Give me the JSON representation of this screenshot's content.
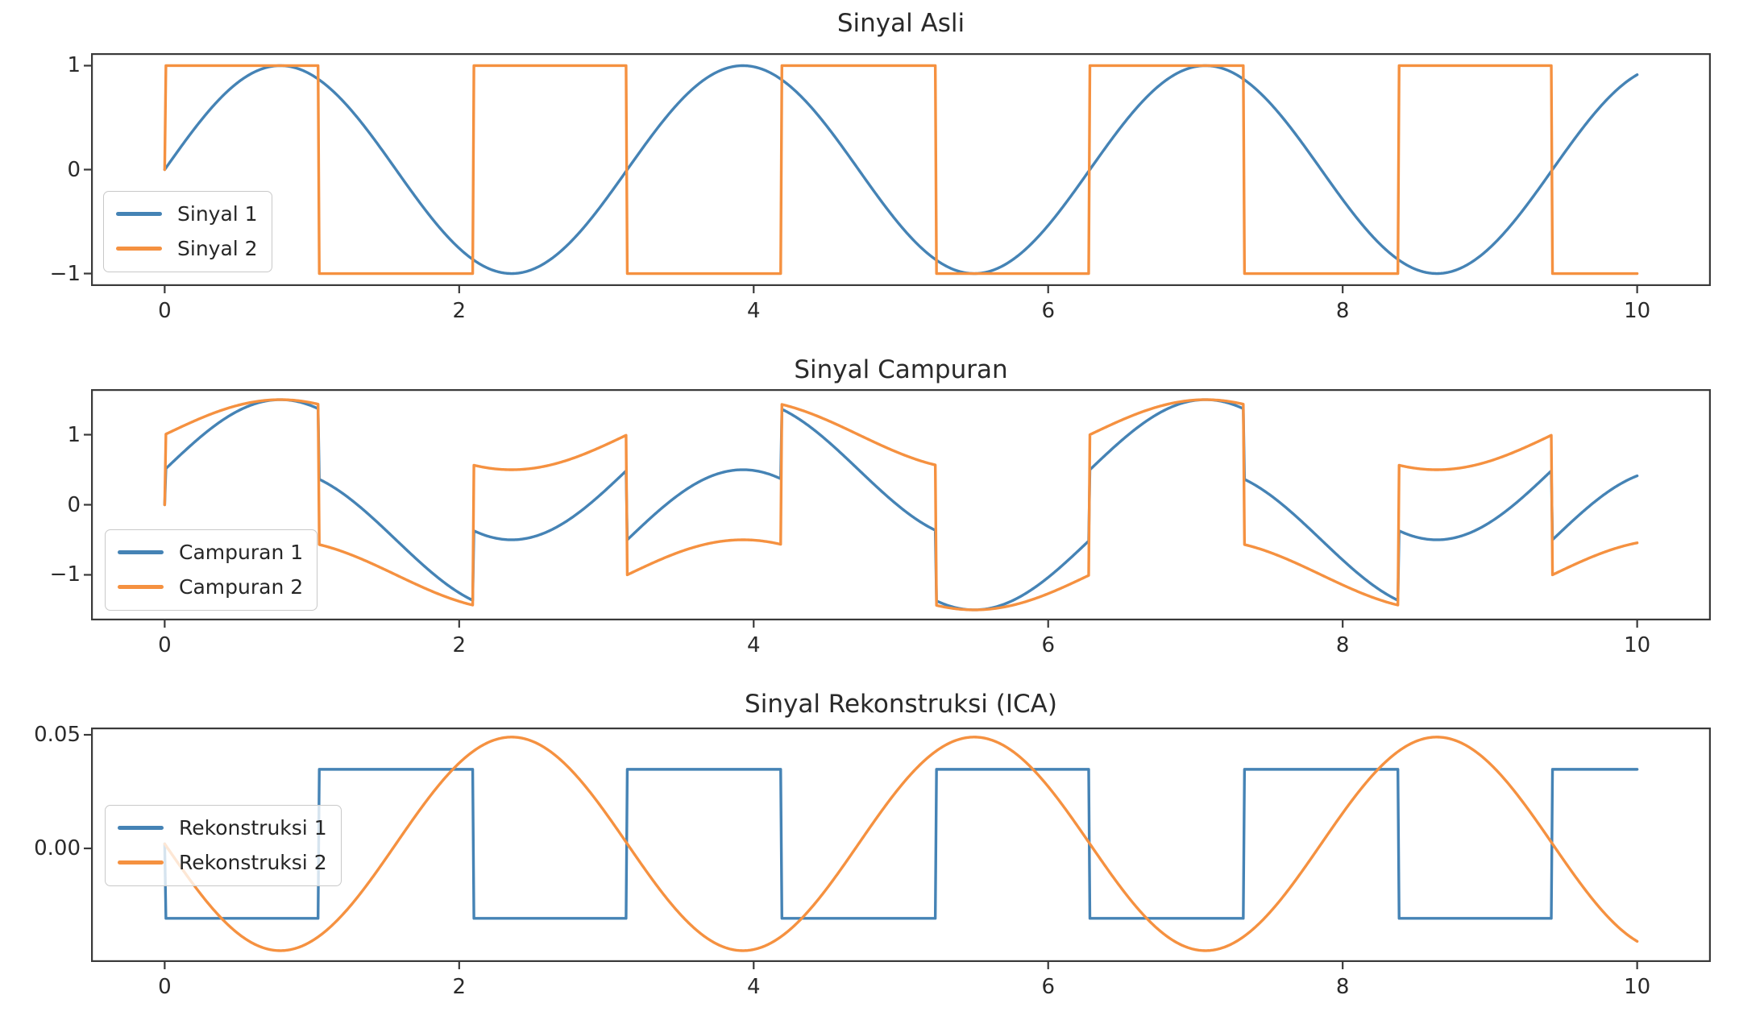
{
  "figure_background": "#ffffff",
  "chart_data": [
    {
      "type": "line",
      "title": "Sinyal Asli",
      "xlabel": "",
      "ylabel": "",
      "x": {
        "lim": [
          -0.5,
          10.5
        ],
        "data_range": [
          0,
          10
        ],
        "ticks": [
          {
            "value": 0,
            "label": "0"
          },
          {
            "value": 2,
            "label": "2"
          },
          {
            "value": 4,
            "label": "4"
          },
          {
            "value": 6,
            "label": "6"
          },
          {
            "value": 8,
            "label": "8"
          },
          {
            "value": 10,
            "label": "10"
          }
        ]
      },
      "y": {
        "lim": [
          -1.12,
          1.12
        ],
        "ticks": [
          {
            "value": 1,
            "label": "1"
          },
          {
            "value": 0,
            "label": "0"
          },
          {
            "value": -1,
            "label": "−1"
          }
        ]
      },
      "grid": false,
      "legend_position": "lower-left",
      "samples": 1200,
      "series": [
        {
          "name": "Sinyal 1",
          "color": "#4583b5",
          "formula": "sin(2x)",
          "signal": {
            "sine_amp": 1,
            "sine_freq": 2,
            "square_amp": 0,
            "square_freq": 3,
            "offset": 0
          }
        },
        {
          "name": "Sinyal 2",
          "color": "#f59140",
          "formula": "sign(sin(3x))  (square wave, period 2π/3)",
          "signal": {
            "sine_amp": 0,
            "sine_freq": 2,
            "square_amp": 1,
            "square_freq": 3,
            "offset": 0
          }
        }
      ]
    },
    {
      "type": "line",
      "title": "Sinyal Campuran",
      "xlabel": "",
      "ylabel": "",
      "x": {
        "lim": [
          -0.5,
          10.5
        ],
        "data_range": [
          0,
          10
        ],
        "ticks": [
          {
            "value": 0,
            "label": "0"
          },
          {
            "value": 2,
            "label": "2"
          },
          {
            "value": 4,
            "label": "4"
          },
          {
            "value": 6,
            "label": "6"
          },
          {
            "value": 8,
            "label": "8"
          },
          {
            "value": 10,
            "label": "10"
          }
        ]
      },
      "y": {
        "lim": [
          -1.65,
          1.65
        ],
        "ticks": [
          {
            "value": 1,
            "label": "1"
          },
          {
            "value": 0,
            "label": "0"
          },
          {
            "value": -1,
            "label": "−1"
          }
        ]
      },
      "grid": false,
      "legend_position": "lower-left",
      "samples": 1200,
      "series": [
        {
          "name": "Campuran 1",
          "color": "#4583b5",
          "formula": "sin(2x) + 0.5·sign(sin(3x))",
          "signal": {
            "sine_amp": 1,
            "sine_freq": 2,
            "square_amp": 0.5,
            "square_freq": 3,
            "offset": 0
          }
        },
        {
          "name": "Campuran 2",
          "color": "#f59140",
          "formula": "0.5·sin(2x) + sign(sin(3x))",
          "signal": {
            "sine_amp": 0.5,
            "sine_freq": 2,
            "square_amp": 1,
            "square_freq": 3,
            "offset": 0
          }
        }
      ]
    },
    {
      "type": "line",
      "title": "Sinyal Rekonstruksi (ICA)",
      "xlabel": "",
      "ylabel": "",
      "x": {
        "lim": [
          -0.5,
          10.5
        ],
        "data_range": [
          0,
          10
        ],
        "ticks": [
          {
            "value": 0,
            "label": "0"
          },
          {
            "value": 2,
            "label": "2"
          },
          {
            "value": 4,
            "label": "4"
          },
          {
            "value": 6,
            "label": "6"
          },
          {
            "value": 8,
            "label": "8"
          },
          {
            "value": 10,
            "label": "10"
          }
        ]
      },
      "y": {
        "lim": [
          -0.05,
          0.0532
        ],
        "ticks": [
          {
            "value": 0.05,
            "label": "0.05"
          },
          {
            "value": 0,
            "label": "0.00"
          }
        ]
      },
      "grid": false,
      "legend_position": "center-left",
      "samples": 1200,
      "series": [
        {
          "name": "Rekonstruksi 1",
          "color": "#4583b5",
          "formula": "0.002 − 0.0328·sign(sin(3x))  (recovered square wave, inverted)",
          "signal": {
            "sine_amp": 0,
            "sine_freq": 2,
            "square_amp": -0.0328,
            "square_freq": 3,
            "offset": 0.002
          }
        },
        {
          "name": "Rekonstruksi 2",
          "color": "#f59140",
          "formula": "0.002 − 0.047·sin(2x)  (recovered sine wave, inverted)",
          "signal": {
            "sine_amp": -0.047,
            "sine_freq": 2,
            "square_amp": 0,
            "square_freq": 3,
            "offset": 0.002
          }
        }
      ]
    }
  ],
  "style_colors": {
    "series_blue": "#4583b5",
    "series_orange": "#f59140",
    "spine": "#3a3a3a",
    "text": "#262626",
    "legend_border": "#c9c9c9"
  }
}
